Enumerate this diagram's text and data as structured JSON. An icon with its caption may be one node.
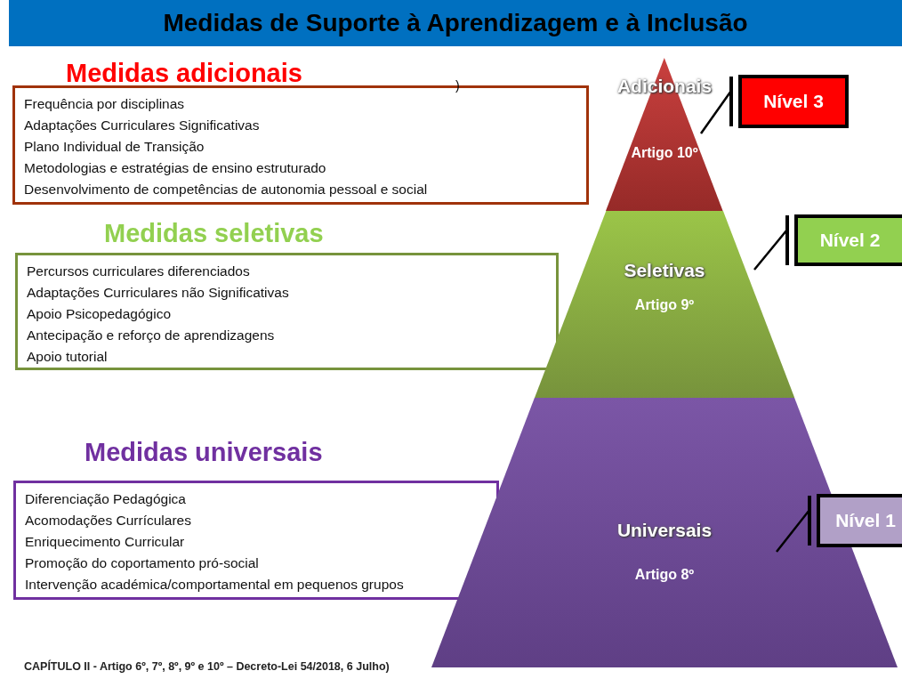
{
  "diagram": {
    "title": "Medidas de Suporte à Aprendizagem e à Inclusão",
    "caption": "CAPÍTULO II - Artigo 6º, 7º, 8º, 9º e 10º – Decreto-Lei 54/2018, 6 Julho)",
    "nodes": [
      {
        "text": [
          "Medidas adicionais",
          "Frequência por disciplinas",
          "Adaptações Curriculares Significativas",
          "Plano Individual de Transição",
          "Metodologias e estratégias de ensino estruturado",
          "Desenvolvimento de competências de autonomia pessoal e social"
        ]
      },
      {
        "text": [
          "Medidas seletivas",
          "Percursos curriculares diferenciados",
          "Adaptações Curriculares não Significativas",
          "Apoio Psicopedagógico",
          "Antecipação e reforço de aprendizagens",
          "Apoio tutorial"
        ]
      },
      {
        "text": [
          "Medidas universais",
          "Diferenciação Pedagógica",
          "Acomodações Currículares",
          "Enriquecimento Curricular",
          "Promoção do coportamento pró-social",
          "Intervenção académica/comportamental em pequenos grupos"
        ]
      },
      {
        "text": [
          "Adicionais",
          "Artigo 10º"
        ]
      },
      {
        "text": [
          "Seletivas",
          "Artigo 9º"
        ]
      },
      {
        "text": [
          "Universais",
          "Artigo 8º"
        ]
      },
      {
        "text": [
          "Nível  3"
        ]
      },
      {
        "text": [
          "Nível 2"
        ]
      },
      {
        "text": [
          "Nível 1"
        ]
      }
    ],
    "edges": [
      {
        "from": 6,
        "to": 3,
        "arrow": "other"
      },
      {
        "from": 7,
        "to": 4,
        "arrow": "other"
      },
      {
        "from": 8,
        "to": 5,
        "arrow": "other"
      }
    ],
    "labels": [
      ")"
    ]
  }
}
